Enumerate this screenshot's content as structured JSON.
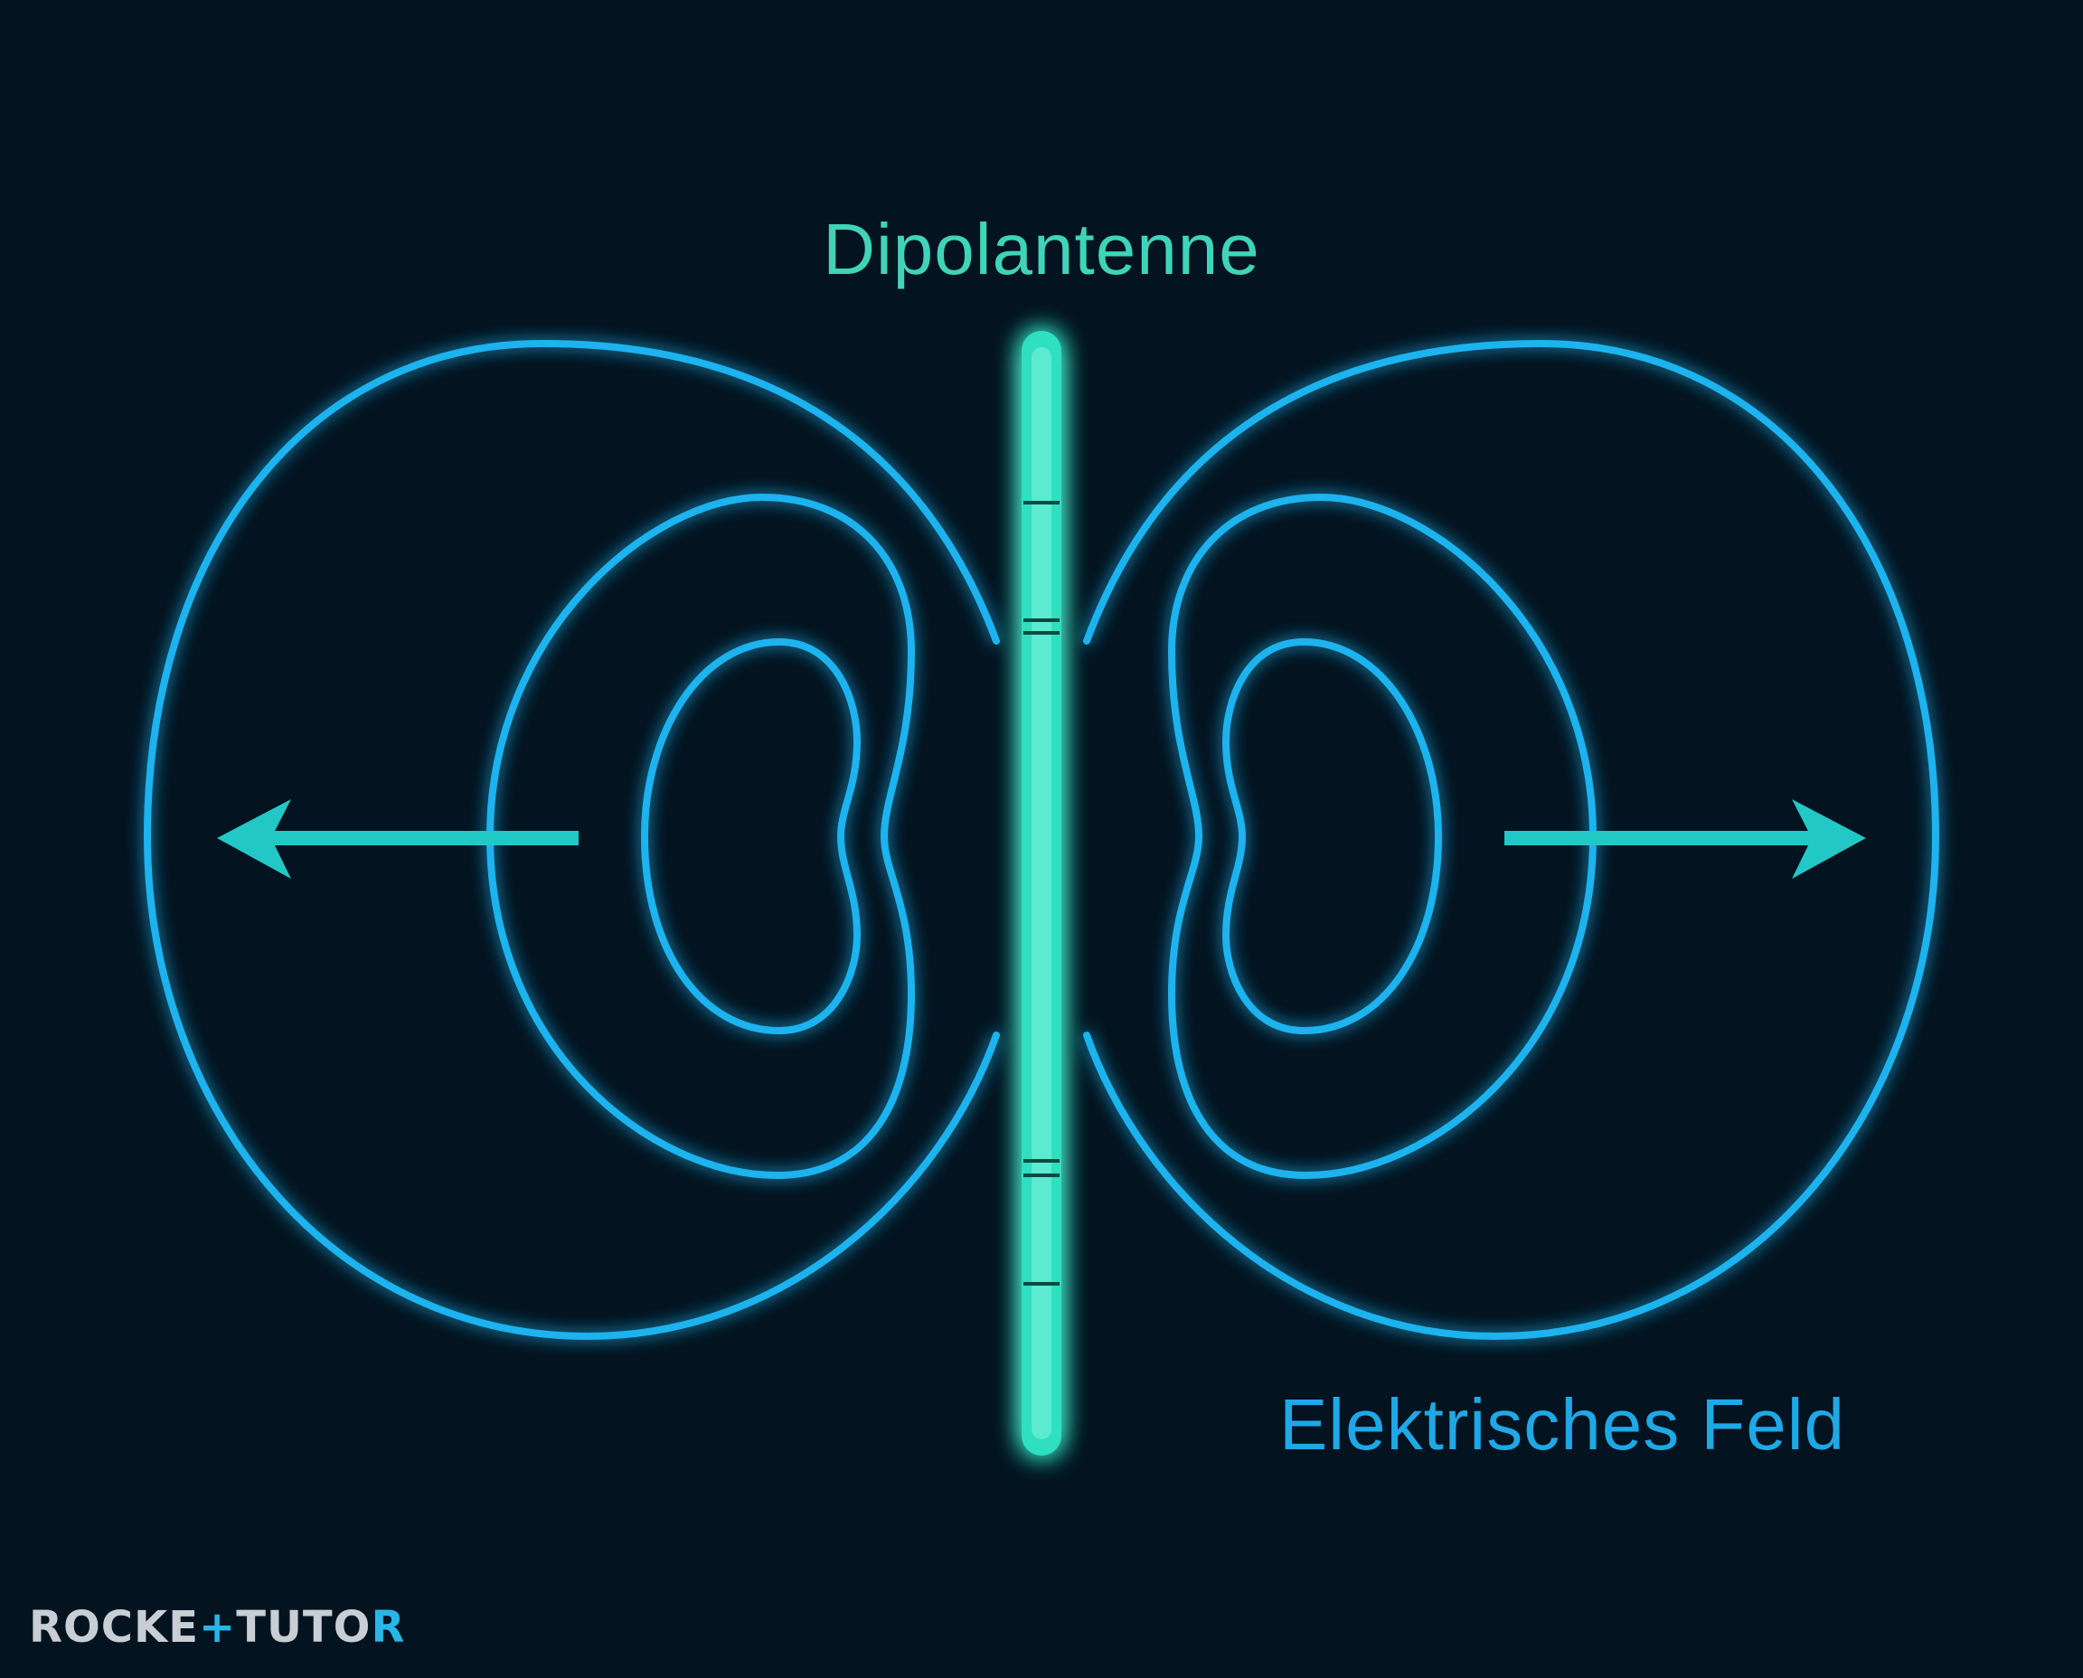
{
  "labels": {
    "antenna": "Dipolantenne",
    "field": "Elektrisches Feld"
  },
  "logo": {
    "part1": "ROCKE",
    "part2": "+",
    "part3": "TUTO",
    "part4": "R"
  },
  "colors": {
    "background": "#03131f",
    "field_lines": "#1cb3ef",
    "antenna": "#2fe0c0",
    "arrows": "#22c8c6",
    "antenna_label": "#3fd4b8",
    "field_label": "#1fa8e6",
    "logo_gray": "#c8ced4",
    "logo_accent": "#27b6e6"
  },
  "icons": {
    "left_arrow": "arrow-left-icon",
    "right_arrow": "arrow-right-icon"
  }
}
